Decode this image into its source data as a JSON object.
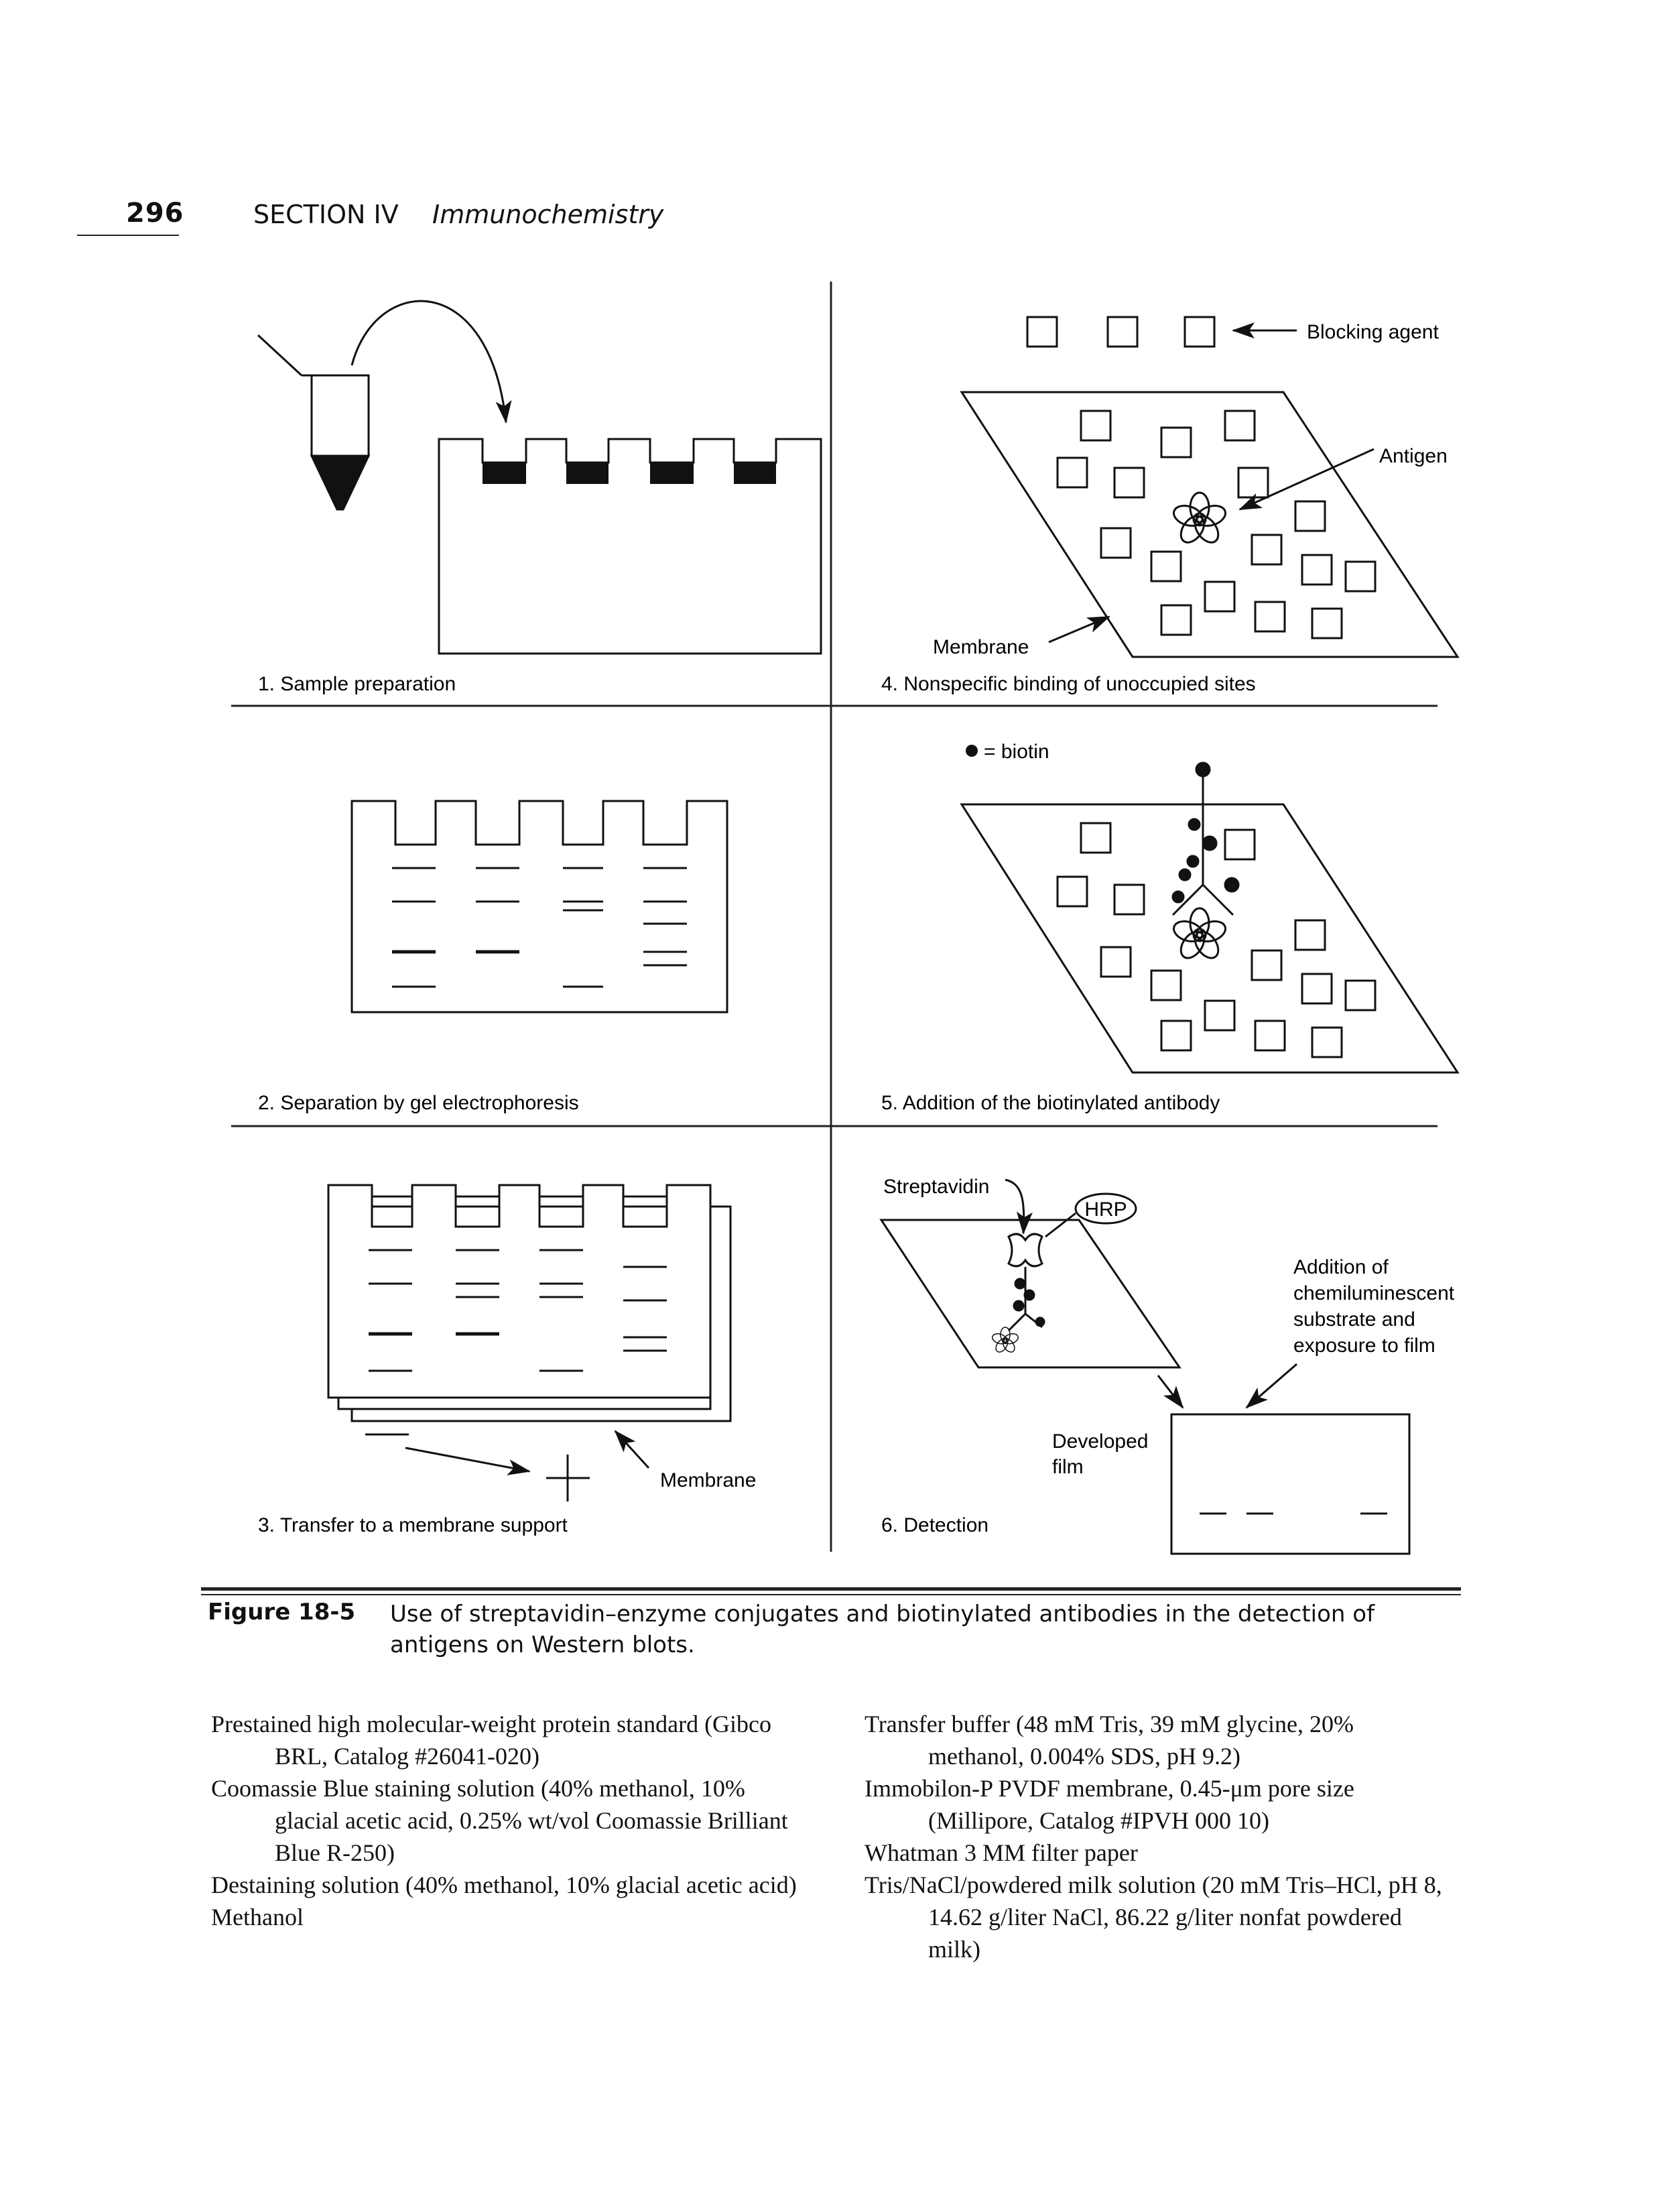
{
  "header": {
    "page_number": "296",
    "section": "SECTION IV",
    "section_title": "Immunochemistry"
  },
  "figure": {
    "panels": [
      {
        "number": "1",
        "caption": "1. Sample preparation"
      },
      {
        "number": "2",
        "caption": "2. Separation by gel electrophoresis"
      },
      {
        "number": "3",
        "caption": "3. Transfer to a membrane support"
      },
      {
        "number": "4",
        "caption": "4. Nonspecific binding of unoccupied sites"
      },
      {
        "number": "5",
        "caption": "5. Addition of the biotinylated antibody"
      },
      {
        "number": "6",
        "caption": "6. Detection"
      }
    ],
    "labels": {
      "blocking_agent": "Blocking agent",
      "antigen": "Antigen",
      "membrane_p4": "Membrane",
      "biotin_legend": "= biotin",
      "membrane_p3": "Membrane",
      "streptavidin": "Streptavidin",
      "hrp": "HRP",
      "chemi_1": "Addition of",
      "chemi_2": "chemiluminescent",
      "chemi_3": "substrate and",
      "chemi_4": "exposure to film",
      "film_1": "Developed",
      "film_2": "film",
      "minus": "−",
      "plus": "+"
    },
    "caption_label": "Figure 18-5",
    "caption_text": "Use of streptavidin–enzyme conjugates and biotinylated antibodies in the detection of antigens on Western blots."
  },
  "materials": {
    "left": [
      "Prestained high molecular-weight protein standard (Gibco BRL, Catalog #26041-020)",
      "Coomassie Blue staining solution (40% methanol, 10% glacial acetic acid, 0.25% wt/vol Coomassie Brilliant Blue R-250)",
      "Destaining solution (40% methanol, 10% glacial acetic acid)",
      "Methanol"
    ],
    "right": [
      "Transfer buffer (48 mM Tris, 39 mM glycine, 20% methanol, 0.004% SDS, pH 9.2)",
      "Immobilon-P PVDF membrane, 0.45-μm pore size (Millipore, Catalog #IPVH 000 10)",
      "Whatman 3 MM filter paper",
      "Tris/NaCl/powdered milk solution (20 mM Tris–HCl, pH 8, 14.62 g/liter NaCl, 86.22 g/liter nonfat powdered milk)"
    ]
  }
}
